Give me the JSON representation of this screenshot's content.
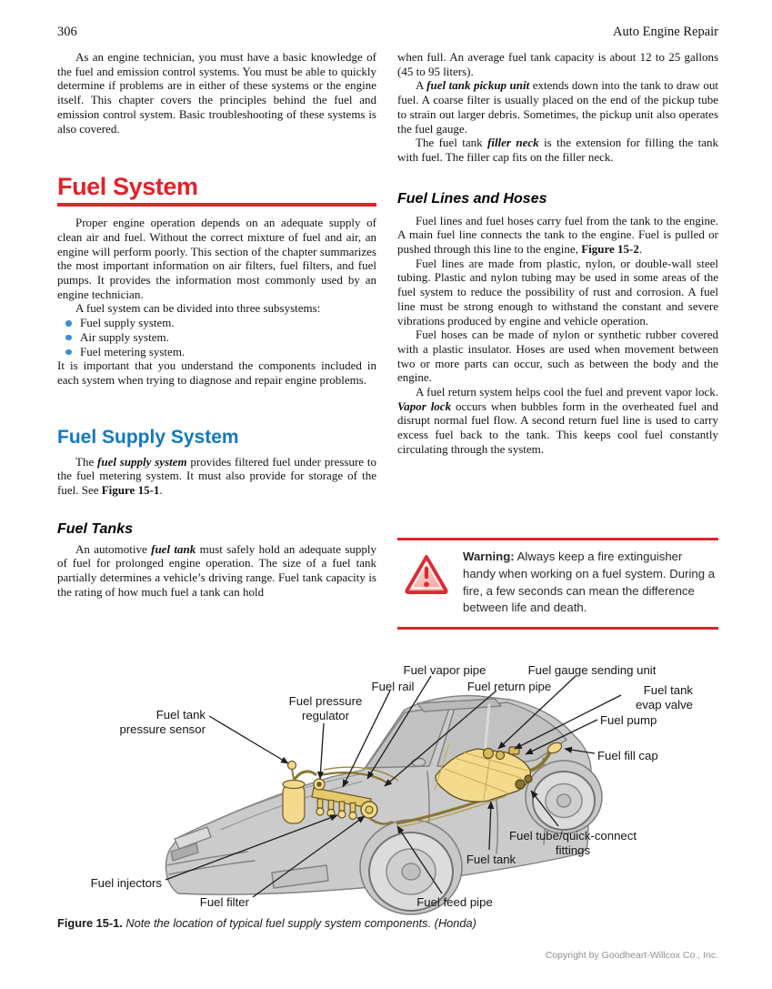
{
  "page": {
    "number": "306",
    "running_head": "Auto Engine Repair",
    "copyright": "Copyright by Goodheart-Willcox Co., Inc."
  },
  "colors": {
    "accent_red": "#e3222b",
    "heading_blue": "#1578be",
    "bullet_blue": "#3c8fcf",
    "car_gray": "#cbcbcb",
    "component_yellow": "#f4da8c"
  },
  "left_column": {
    "intro": "As an engine technician, you must have a basic knowledge of the fuel and emission control systems. You must be able to quickly determine if problems are in either of these systems or the engine itself. This chapter covers the principles behind the fuel and emission control system. Basic troubleshooting of these systems is also covered.",
    "fuel_system": {
      "heading": "Fuel System",
      "p1": "Proper engine operation depends on an adequate supply of clean air and fuel. Without the correct mixture of fuel and air, an engine will perform poorly. This section of the chapter summarizes the most important information on air filters, fuel filters, and fuel pumps. It provides the information most commonly used by an engine technician.",
      "p2": "A fuel system can be divided into three subsystems:",
      "bullets": [
        "Fuel supply system.",
        "Air supply system.",
        "Fuel metering system."
      ],
      "p3": "It is important that you understand the components included in each system when trying to diagnose and repair engine problems."
    },
    "fuel_supply": {
      "heading": "Fuel Supply System",
      "p1": {
        "pre": "The ",
        "term": "fuel supply system",
        "mid": " provides filtered fuel under pressure to the fuel metering system. It must also provide for storage of the fuel. See ",
        "ref": "Figure 15-1",
        "post": "."
      }
    },
    "fuel_tanks": {
      "heading": "Fuel Tanks",
      "p1": {
        "pre": "An automotive ",
        "term": "fuel tank",
        "post": " must safely hold an adequate supply of fuel for prolonged engine operation. The size of a fuel tank partially determines a vehicle’s driving range. Fuel tank capacity is the rating of how much fuel a tank can hold"
      }
    }
  },
  "right_column": {
    "p_continued": "when full. An average fuel tank capacity is about 12 to 25 gallons (45 to 95 liters).",
    "p_pickup": {
      "pre": "A ",
      "term": "fuel tank pickup unit",
      "post": " extends down into the tank to draw out fuel. A coarse filter is usually placed on the end of the pickup tube to strain out larger debris. Sometimes, the pickup unit also operates the fuel gauge."
    },
    "p_filler": {
      "pre": "The fuel tank ",
      "term": "filler neck",
      "post": " is the extension for filling the tank with fuel. The filler cap fits on the filler neck."
    },
    "fuel_lines": {
      "heading": "Fuel Lines and Hoses",
      "p1": {
        "pre": "Fuel lines and fuel hoses carry fuel from the tank to the engine. A main fuel line connects the tank to the engine. Fuel is pulled or pushed through this line to the engine, ",
        "ref": "Figure 15-2",
        "post": "."
      },
      "p2": "Fuel lines are made from plastic, nylon, or double-wall steel tubing. Plastic and nylon tubing may be used in some areas of the fuel system to reduce the possibility of rust and corrosion. A fuel line must be strong enough to withstand the constant and severe vibrations produced by engine and vehicle operation.",
      "p3": "Fuel hoses can be made of nylon or synthetic rubber covered with a plastic insulator. Hoses are used when movement between two or more parts can occur, such as between the body and the engine.",
      "p4": {
        "pre": "A fuel return system helps cool the fuel and prevent vapor lock. ",
        "term": "Vapor lock",
        "post": " occurs when bubbles form in the overheated fuel and disrupt normal fuel flow. A second return fuel line is used to carry excess fuel back to the tank. This keeps cool fuel constantly circulating through the system."
      }
    },
    "warning": {
      "label": "Warning:",
      "text": " Always keep a fire extinguisher handy when working on a fuel system. During a fire, a few seconds can mean the difference between life and death."
    }
  },
  "figure": {
    "labels": {
      "fuel_vapor_pipe": "Fuel vapor pipe",
      "fuel_gauge_sending_unit": "Fuel gauge sending unit",
      "fuel_rail": "Fuel rail",
      "fuel_return_pipe": "Fuel return pipe",
      "fuel_tank_evap_valve": "Fuel tank\nevap valve",
      "fuel_pressure_regulator": "Fuel pressure\nregulator",
      "fuel_pump": "Fuel pump",
      "fuel_tank_pressure_sensor": "Fuel tank\npressure sensor",
      "fuel_fill_cap": "Fuel fill cap",
      "fuel_tube_quick_connect": "Fuel tube/quick-connect\nfittings",
      "fuel_tank": "Fuel tank",
      "fuel_injectors": "Fuel injectors",
      "fuel_filter": "Fuel filter",
      "fuel_feed_pipe": "Fuel feed pipe"
    },
    "caption": {
      "prefix": "Figure 15-1.",
      "text": " Note the location of typical fuel supply system components. (Honda)"
    }
  }
}
